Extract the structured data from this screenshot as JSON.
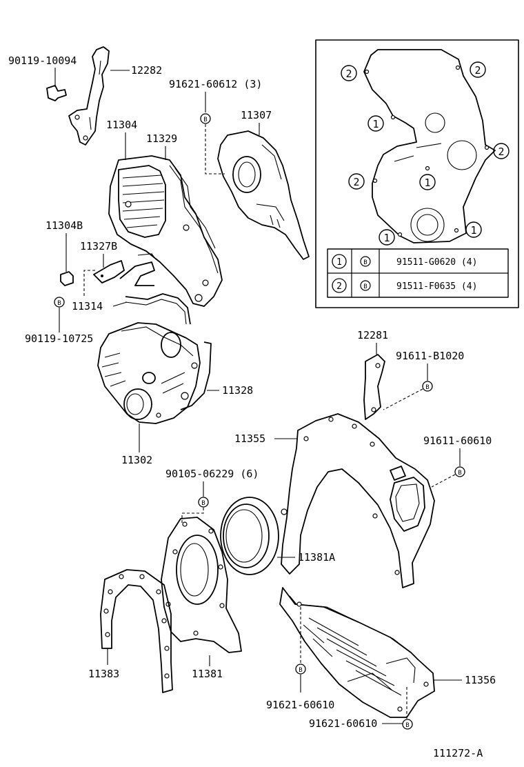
{
  "labels": {
    "p90119_10094": "90119-10094",
    "p12282": "12282",
    "p91621_60612": "91621-60612 (3)",
    "p11307": "11307",
    "p11304": "11304",
    "p11329": "11329",
    "p11304B": "11304B",
    "p11327B": "11327B",
    "p11314": "11314",
    "p90119_10725": "90119-10725",
    "p11328": "11328",
    "p11302": "11302",
    "p12281": "12281",
    "p91611_B1020": "91611-B1020",
    "p11355": "11355",
    "p91611_60610": "91611-60610",
    "p90105_06229": "90105-06229 (6)",
    "p11381A": "11381A",
    "p11383": "11383",
    "p11381": "11381",
    "p11356": "11356",
    "p91621_60610_a": "91621-60610",
    "p91621_60610_b": "91621-60610",
    "figure_id": "111272-A"
  },
  "inset": {
    "marker1": "1",
    "marker2": "2",
    "bolt_symbol": "B",
    "rows": [
      {
        "index": "1",
        "symbol": "B",
        "part": "91511-G0620 (4)"
      },
      {
        "index": "2",
        "symbol": "B",
        "part": "91511-F0635 (4)"
      }
    ]
  }
}
